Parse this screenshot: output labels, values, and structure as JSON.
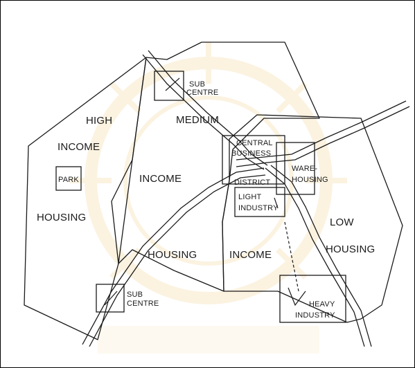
{
  "labels": {
    "high": "HIGH",
    "income_left": "INCOME",
    "park": "PARK",
    "housing_left": "HOUSING",
    "medium": "MEDIUM",
    "income_mid": "INCOME",
    "housing_mid": "HOUSING",
    "sub_centre_top_1": "SUB",
    "sub_centre_top_2": "CENTRE",
    "sub_centre_bottom_1": "SUB",
    "sub_centre_bottom_2": "CENTRE",
    "cbd_1": "CENTRAL",
    "cbd_2": "BUSINESS",
    "cbd_3": "DISTRICT",
    "light_1": "LIGHT",
    "light_2": "INDUSTRY",
    "ware_1": "WARE-",
    "ware_2": "HOUSING",
    "low": "LOW",
    "income_right": "INCOME",
    "housing_right": "HOUSING",
    "heavy_1": "HEAVY",
    "heavy_2": "INDUSTRY"
  },
  "colors": {
    "ink": "#1a1a1a",
    "watermark": "#f0c878"
  },
  "watermark": {
    "icon": "university-seal-watermark"
  }
}
